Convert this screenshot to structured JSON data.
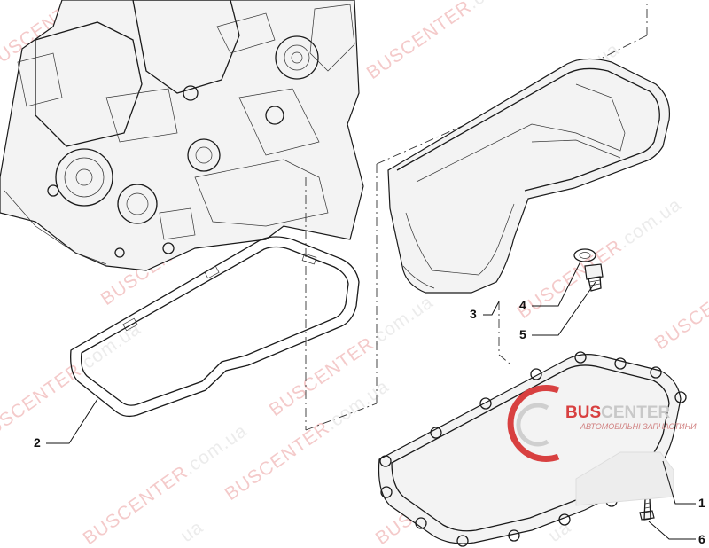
{
  "callouts": [
    {
      "id": "1",
      "label": "1"
    },
    {
      "id": "2",
      "label": "2"
    },
    {
      "id": "3",
      "label": "3"
    },
    {
      "id": "4",
      "label": "4"
    },
    {
      "id": "5",
      "label": "5"
    },
    {
      "id": "6",
      "label": "6"
    }
  ],
  "watermark": {
    "brand": "BUSCENTER",
    "domain": ".com.ua",
    "suffix": "ua"
  },
  "logo": {
    "name_prefix": "BUS",
    "name_suffix": "CENTER",
    "tagline": "АВТОМОБІЛЬНІ ЗАПЧАСТИНИ",
    "colors": {
      "primary": "#d84040",
      "secondary": "#c0c0c0"
    }
  }
}
